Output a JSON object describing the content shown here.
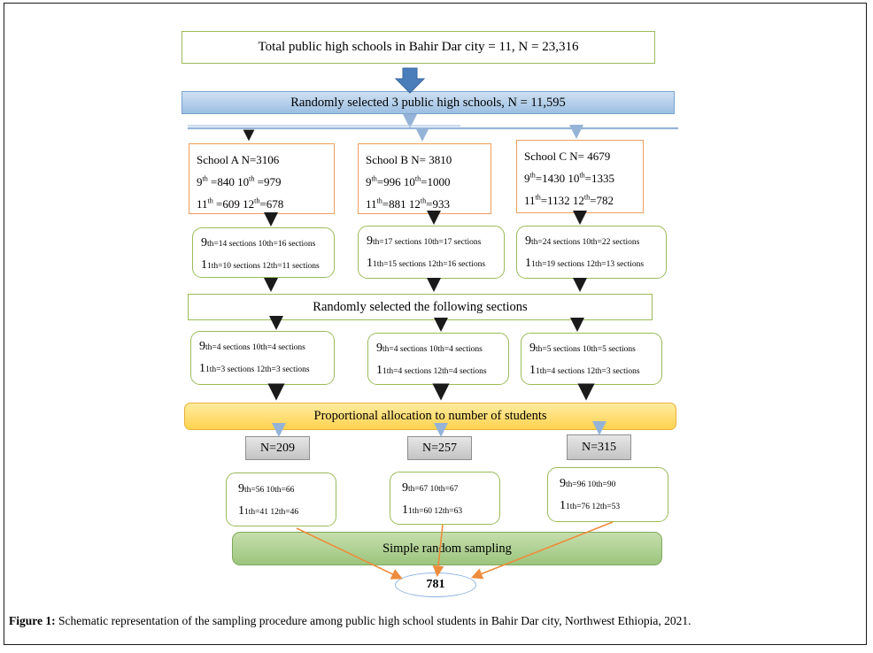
{
  "figure": {
    "caption_label": "Figure 1:",
    "caption_text": " Schematic representation of the sampling procedure among public high school students in Bahir Dar city, Northwest Ethiopia, 2021."
  },
  "flow": {
    "total_box": "Total public high schools in Bahir Dar city = 11, N = 23,316",
    "selected_bar": "Randomly selected 3 public high schools, N = 11,595",
    "random_sections_box": "Randomly selected the following sections",
    "proportional_box": "Proportional allocation to number of students",
    "srs_box": "Simple random sampling",
    "final_total": "781"
  },
  "columns": [
    {
      "school_title": "School A N=3106",
      "school_row1": [
        {
          "t": "9"
        },
        {
          "s": "th"
        },
        {
          "t": " =840 10"
        },
        {
          "s": "th"
        },
        {
          "t": " =979"
        }
      ],
      "school_row2": [
        {
          "t": "11"
        },
        {
          "s": "th"
        },
        {
          "t": " =609 12"
        },
        {
          "s": "th"
        },
        {
          "t": "=678"
        }
      ],
      "sections_row1": "9th=14 sections 10th=16 sections",
      "sections_row2": "11th=10 sections 12th=11 sections",
      "selected_row1": "9th=4 sections 10th=4 sections",
      "selected_row2": "11th=3 sections 12th=3 sections",
      "allocation": "N=209",
      "final_row1": "9th=56 10th=66",
      "final_row2": "11th=41 12th=46"
    },
    {
      "school_title": "School B N= 3810",
      "school_row1": [
        {
          "t": "9"
        },
        {
          "s": "th"
        },
        {
          "t": "=996 10"
        },
        {
          "s": "th"
        },
        {
          "t": "=1000"
        }
      ],
      "school_row2": [
        {
          "t": "11"
        },
        {
          "s": "th"
        },
        {
          "t": "=881 12"
        },
        {
          "s": "th"
        },
        {
          "t": "=933"
        }
      ],
      "sections_row1": "9th=17 sections 10th=17 sections",
      "sections_row2": "11th=15 sections 12th=16 sections",
      "selected_row1": "9th=4 sections 10th=4 sections",
      "selected_row2": "11th=4 sections 12th=4 sections",
      "allocation": "N=257",
      "final_row1": "9th=67 10th=67",
      "final_row2": "11th=60 12th=63"
    },
    {
      "school_title": "School C N= 4679",
      "school_row1": [
        {
          "t": "9"
        },
        {
          "s": "th"
        },
        {
          "t": "=1430 10"
        },
        {
          "s": "th"
        },
        {
          "t": "=1335"
        }
      ],
      "school_row2": [
        {
          "t": "11"
        },
        {
          "s": "th"
        },
        {
          "t": "=1132 12"
        },
        {
          "s": "th"
        },
        {
          "t": "=782"
        }
      ],
      "sections_row1": "9th=24 sections 10th=22 sections",
      "sections_row2": "11th=19 sections 12th=13 sections",
      "selected_row1": "9th=5 sections 10th=5 sections",
      "selected_row2": "11th=4 sections 12th=3 sections",
      "allocation": "N=315",
      "final_row1": "9th=96 10th=90",
      "final_row2": "11th=76 12th=53"
    }
  ],
  "palette": {
    "green_border": "#9BBB59",
    "orange_border": "#EDA05F",
    "blue_bar_fill": "#9CBFE2",
    "block_arrow_blue": "#4A7EBB",
    "light_blue_arrow": "#95B3D7",
    "yellow_fill": "#FFD34F",
    "yellow_border": "#E8B23C",
    "gray_fill": "#C4C4C4",
    "green_fill": "#9CC57D",
    "orange_arrow": "#ED8C3C",
    "ellipse_border": "#8DB4E2"
  }
}
